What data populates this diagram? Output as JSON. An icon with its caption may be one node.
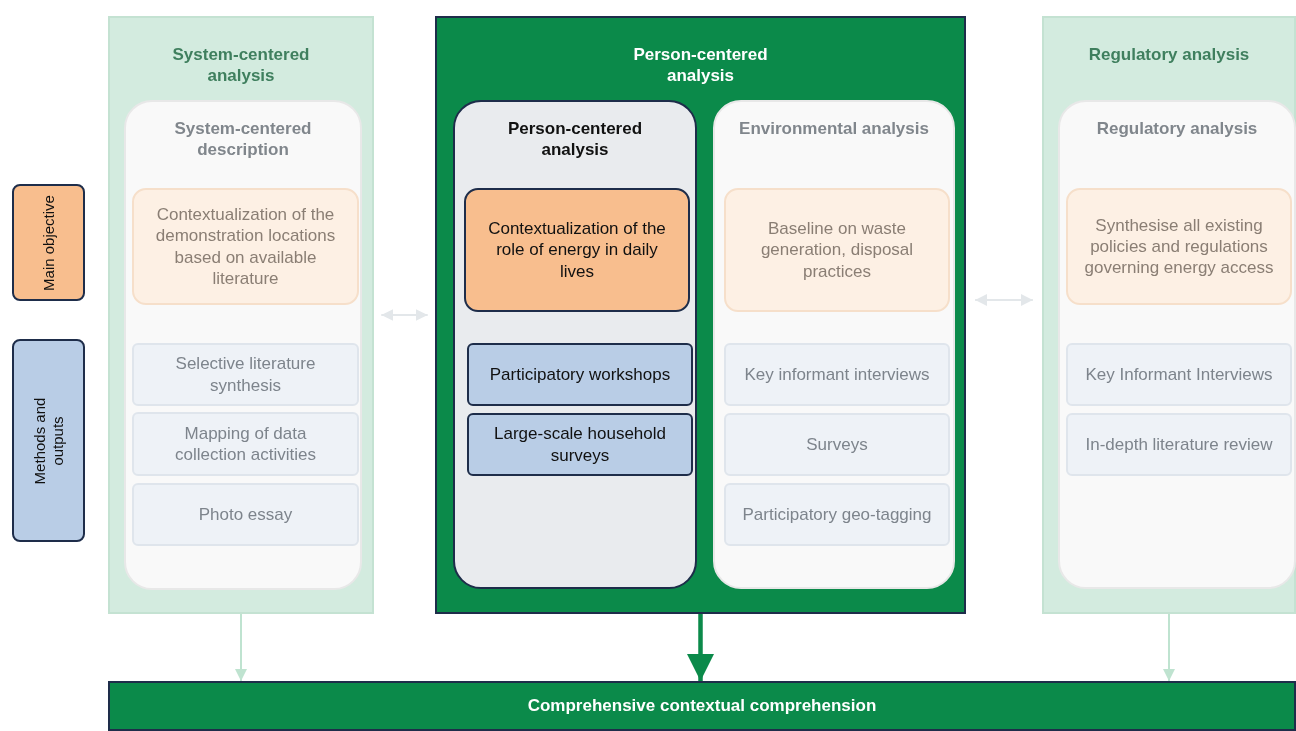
{
  "diagram": {
    "nodes": [
      {
        "text": [
          "Main objective"
        ]
      },
      {
        "text": [
          "Methods and outputs"
        ]
      },
      {
        "text": [
          "System-centered analysis"
        ]
      },
      {
        "text": [
          "System-centered description"
        ],
        "in": 2
      },
      {
        "text": [
          "Contextualization of the demonstration locations based on available literature"
        ],
        "in": 3
      },
      {
        "text": [
          "Selective literature synthesis"
        ],
        "in": 3
      },
      {
        "text": [
          "Mapping of data collection activities"
        ],
        "in": 3
      },
      {
        "text": [
          "Photo essay"
        ],
        "in": 3
      },
      {
        "text": [
          "Person-centered analysis"
        ]
      },
      {
        "text": [
          "Person-centered analysis"
        ],
        "in": 8
      },
      {
        "text": [
          "Contextualization of the role of energy in daily lives"
        ],
        "in": 9
      },
      {
        "text": [
          "Participatory workshops"
        ],
        "in": 9
      },
      {
        "text": [
          "Large-scale household surveys"
        ],
        "in": 9
      },
      {
        "text": [
          "Environmental analysis"
        ],
        "in": 8
      },
      {
        "text": [
          "Baseline on waste generation, disposal practices"
        ],
        "in": 13
      },
      {
        "text": [
          "Key informant interviews"
        ],
        "in": 13
      },
      {
        "text": [
          "Surveys"
        ],
        "in": 13
      },
      {
        "text": [
          "Participatory geo-tagging"
        ],
        "in": 13
      },
      {
        "text": [
          "Regulatory analysis"
        ]
      },
      {
        "text": [
          "Regulatory analysis"
        ],
        "in": 18
      },
      {
        "text": [
          "Synthesise all existing policies and regulations governing energy access"
        ],
        "in": 19
      },
      {
        "text": [
          "Key Informant Interviews"
        ],
        "in": 19
      },
      {
        "text": [
          "In-depth literature review"
        ],
        "in": 19
      },
      {
        "text": [
          "Comprehensive contextual comprehension"
        ]
      }
    ],
    "edges": [
      {
        "from": 2,
        "to": 8,
        "arrow": "both",
        "color": "#e3e7ea"
      },
      {
        "from": 8,
        "to": 18,
        "arrow": "both",
        "color": "#e3e7ea"
      },
      {
        "from": 2,
        "to": 23,
        "arrow": "to",
        "color": "#bfe3d0"
      },
      {
        "from": 8,
        "to": 23,
        "arrow": "to",
        "color": "#0b8a4a",
        "style": "thick"
      },
      {
        "from": 18,
        "to": 23,
        "arrow": "to",
        "color": "#bfe3d0"
      }
    ]
  }
}
